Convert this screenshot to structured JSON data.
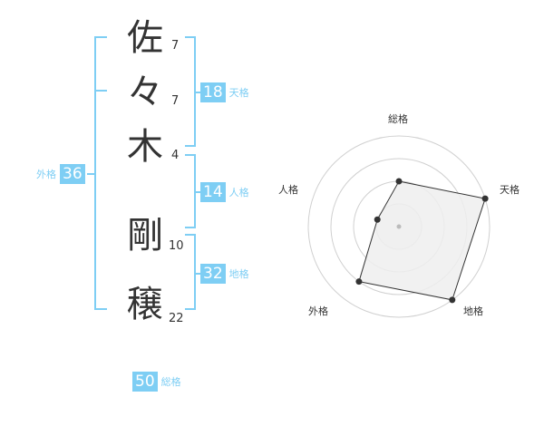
{
  "name": {
    "chars": [
      {
        "char": "佐",
        "strokes": "7"
      },
      {
        "char": "々",
        "strokes": "7"
      },
      {
        "char": "木",
        "strokes": "4"
      },
      {
        "char": "剛",
        "strokes": "10"
      },
      {
        "char": "穣",
        "strokes": "22"
      }
    ]
  },
  "kakusu": {
    "tenkaku": {
      "value": "18",
      "label": "天格"
    },
    "jinkaku": {
      "value": "14",
      "label": "人格"
    },
    "chikaku": {
      "value": "32",
      "label": "地格"
    },
    "gaikaku": {
      "value": "36",
      "label": "外格"
    },
    "soukaku": {
      "value": "50",
      "label": "総格"
    }
  },
  "colors": {
    "accent": "#7ecef4",
    "text": "#333333",
    "radar_fill": "#eeeeee",
    "grid": "#d0d0d0"
  },
  "chart_data": {
    "type": "radar",
    "axes": [
      "総格",
      "天格",
      "地格",
      "外格",
      "人格"
    ],
    "levels": 4,
    "max": 4,
    "values": [
      2,
      4,
      4,
      3,
      1
    ]
  }
}
